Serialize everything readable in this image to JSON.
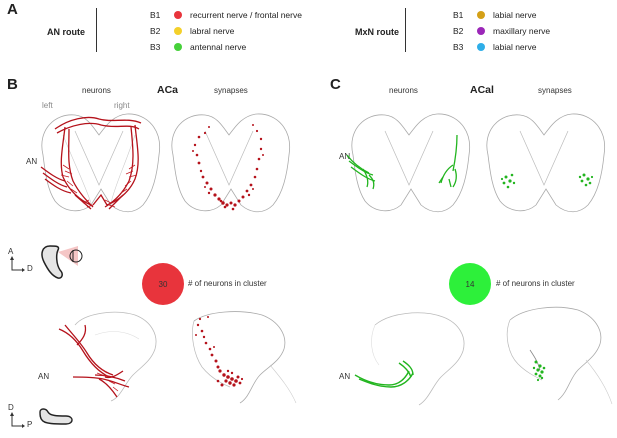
{
  "panelA": {
    "letter": "A",
    "routes": [
      {
        "title": "AN route",
        "items": [
          {
            "code": "B1",
            "label": "recurrent nerve / frontal nerve",
            "color": "#e8343c"
          },
          {
            "code": "B2",
            "label": "labral nerve",
            "color": "#f4d02a"
          },
          {
            "code": "B3",
            "label": "antennal nerve",
            "color": "#46d13a"
          }
        ]
      },
      {
        "title": "MxN route",
        "items": [
          {
            "code": "B1",
            "label": "labial nerve",
            "color": "#d4a017"
          },
          {
            "code": "B2",
            "label": "maxillary nerve",
            "color": "#9b27b8"
          },
          {
            "code": "B3",
            "label": "labial nerve",
            "color": "#2eaee8"
          }
        ]
      }
    ]
  },
  "panelB": {
    "letter": "B",
    "cluster": "ACa",
    "neurons_label": "neurons",
    "synapses_label": "synapses",
    "left_label": "left",
    "right_label": "right",
    "an_top": "AN",
    "an_bottom": "AN",
    "count": "30",
    "count_label": "# of neurons in cluster",
    "color": "#e8343c",
    "trace_color": "#b5121b"
  },
  "panelC": {
    "letter": "C",
    "cluster": "ACal",
    "neurons_label": "neurons",
    "synapses_label": "synapses",
    "an_top": "AN",
    "an_bottom": "AN",
    "count": "14",
    "count_label": "# of neurons in cluster",
    "color": "#2df03a",
    "trace_color": "#22b51f"
  },
  "orientation": {
    "top": {
      "up": "A",
      "right": "D"
    },
    "bottom": {
      "up": "D",
      "right": "P"
    }
  }
}
